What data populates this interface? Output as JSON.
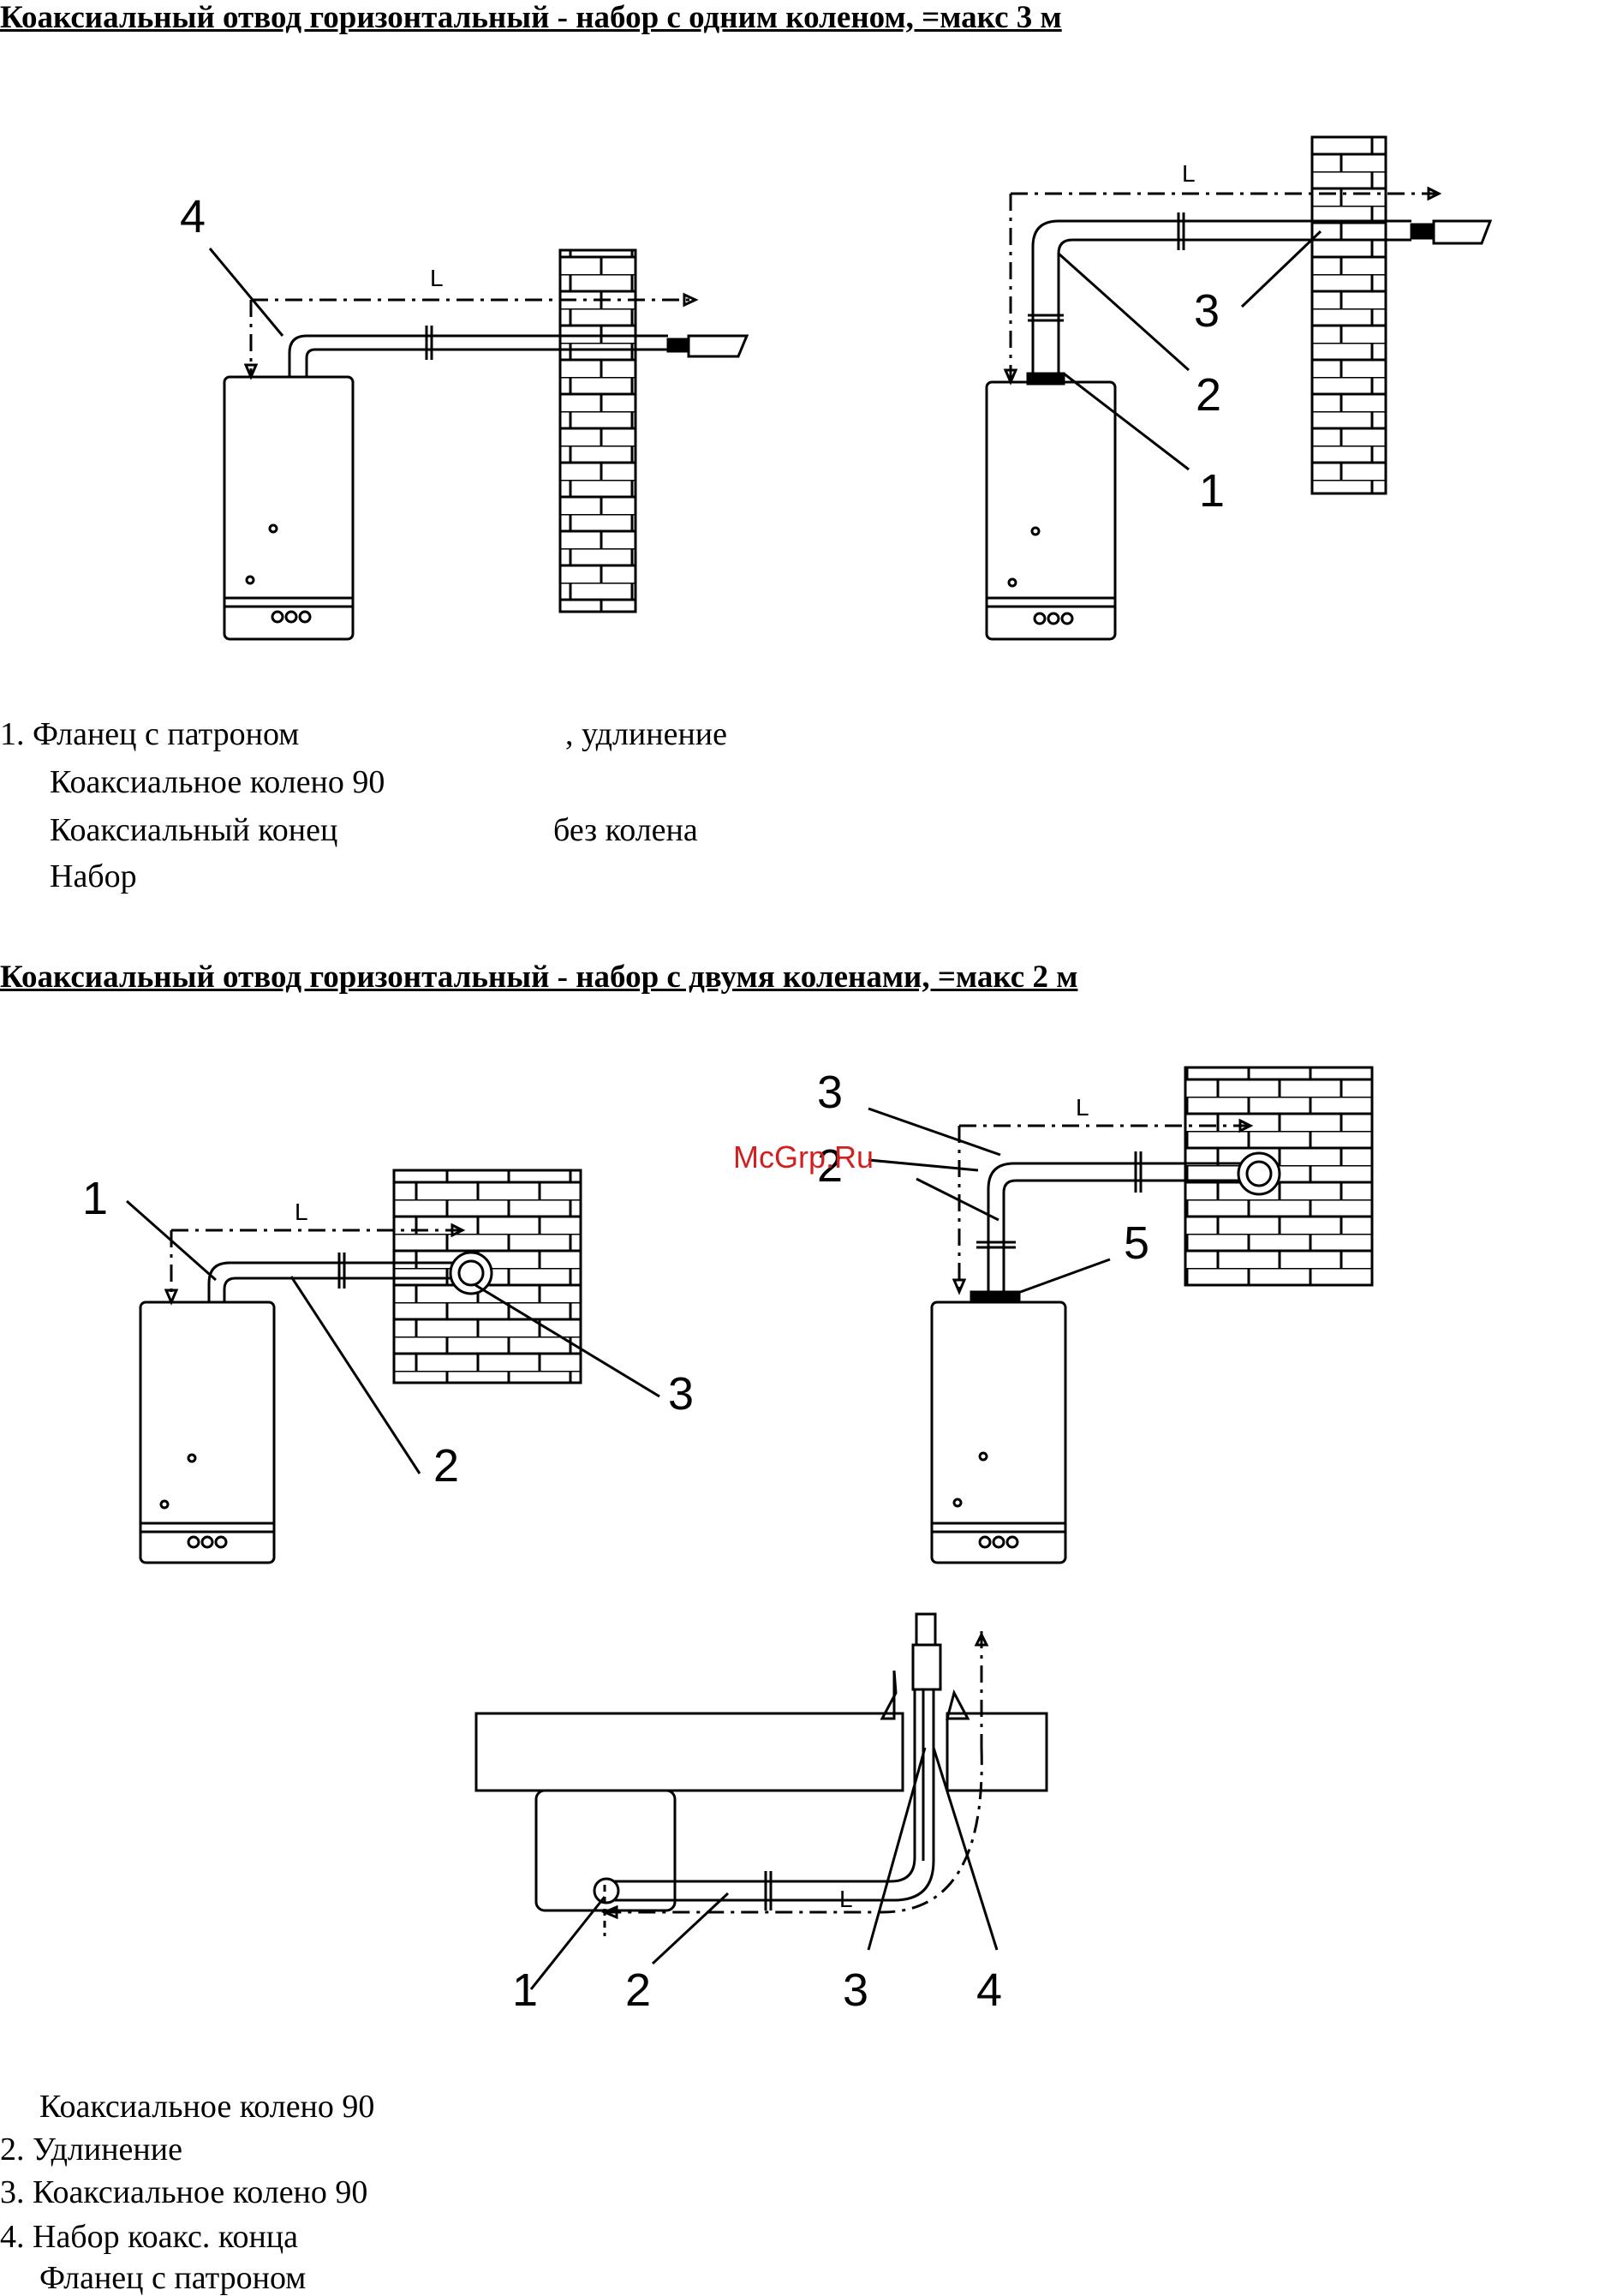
{
  "section1": {
    "heading": "Коаксиальный отвод горизонтальный - набор с одним коленом,   =макс 3 м",
    "legend": {
      "line1_left": "1.  Фланец с патроном",
      "line1_right": ", удлинение",
      "line2": "Коаксиальное колено 90",
      "line3_left": "Коаксиальный конец",
      "line3_right": "без колена",
      "line4": "Набор"
    },
    "diagram_left_labels": {
      "n4": "4",
      "L": "L"
    },
    "diagram_right_labels": {
      "n1": "1",
      "n2": "2",
      "n3": "3",
      "L": "L"
    }
  },
  "section2": {
    "heading": "Коаксиальный отвод горизонтальный - набор с двумя коленами,   =макс 2 м",
    "diagram_left_labels": {
      "n1": "1",
      "n2": "2",
      "n3": "3",
      "L": "L"
    },
    "diagram_right_labels": {
      "n2": "2",
      "n3": "3",
      "n5": "5",
      "L": "L"
    },
    "diagram_bottom_labels": {
      "n1": "1",
      "n2": "2",
      "n3": "3",
      "n4": "4",
      "L": "L"
    },
    "legend": {
      "line1": "Коаксиальное колено 90",
      "line2": "2. Удлинение",
      "line3": "3. Коаксиальное колено 90",
      "line4": "4. Набор коакс. конца",
      "line5": "Фланец с патроном"
    }
  },
  "watermark": "McGrp.Ru"
}
